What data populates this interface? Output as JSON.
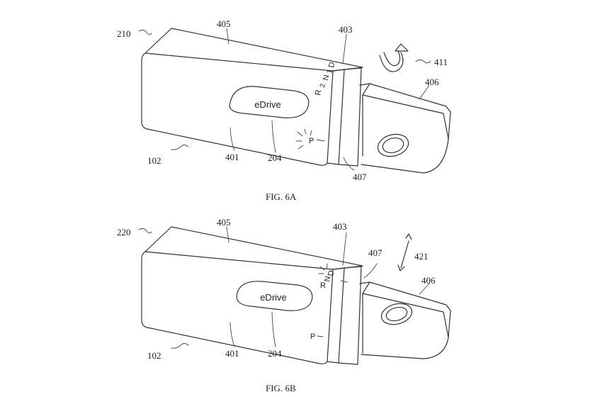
{
  "figures": [
    {
      "caption": "FIG. 6A",
      "ref_device": "210",
      "ref_body_top": "405",
      "ref_selector": "403",
      "ref_rotate": "411",
      "ref_plug": "406",
      "ref_device_side": "102",
      "ref_body": "401",
      "ref_badge": "204",
      "ref_indicator": "407",
      "badge_text": "eDrive",
      "gears": [
        "R",
        "2",
        "N",
        "1",
        "D",
        "P"
      ]
    },
    {
      "caption": "FIG. 6B",
      "ref_device": "220",
      "ref_body_top": "405",
      "ref_selector": "403",
      "ref_indicator": "407",
      "ref_slide": "421",
      "ref_plug": "406",
      "ref_device_side": "102",
      "ref_body": "401",
      "ref_badge": "204",
      "badge_text": "eDrive",
      "gears": [
        "D",
        "N",
        "R",
        "P"
      ]
    }
  ]
}
